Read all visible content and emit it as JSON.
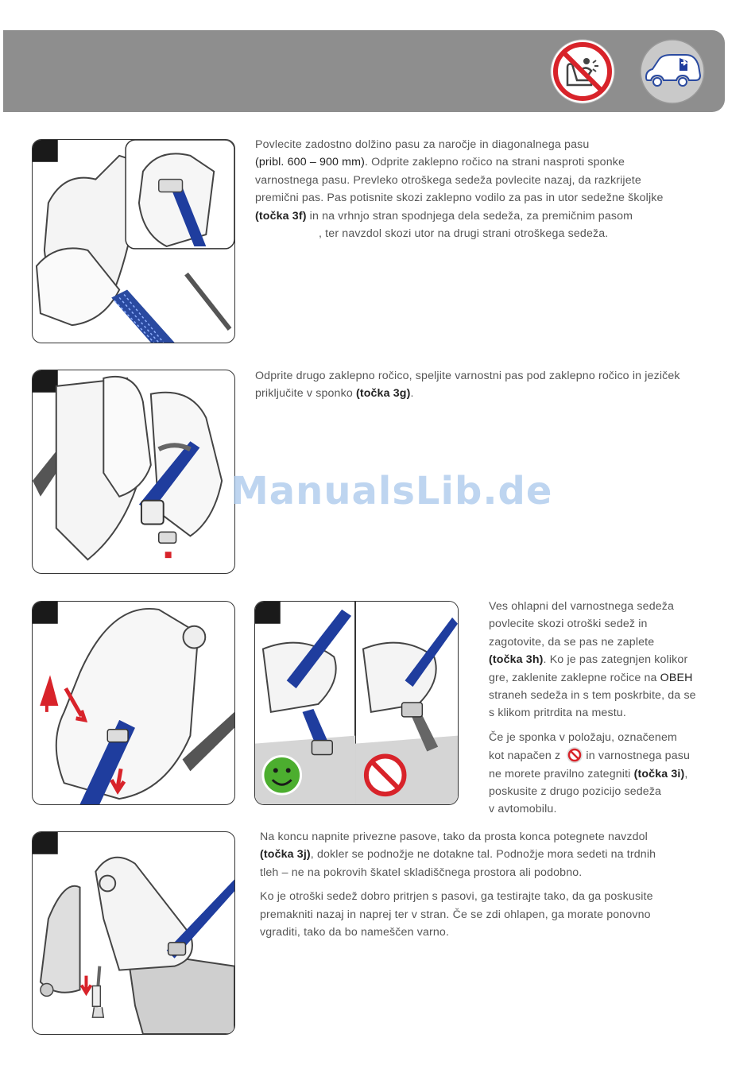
{
  "step1": {
    "l1": "Povlecite zadostno dolžino pasu za naročje in diagonalnega pasu",
    "l2": "(pribl. 600 – 900 mm)",
    "l2b": ". Odprite zaklepno ročico na strani nasproti sponke",
    "l3": "varnostnega pasu. Prevleko otroškega sedeža povlecite nazaj, da razkrijete",
    "l4": "premični pas. Pas potisnite skozi zaklepno vodilo za pas in utor sedežne školjke",
    "l5a": "(točka 3f)",
    "l5b": " in na vrhnjo stran spodnjega dela sedeža, za premičnim pasom",
    "l6": ", ter navzdol skozi utor na drugi strani otroškega sedeža."
  },
  "step2": {
    "l1": "Odprite drugo zaklepno ročico, speljite varnostni pas pod zaklepno ročico in jeziček",
    "l2a": "priključite v sponko ",
    "l2b": "(točka 3g)",
    "l2c": "."
  },
  "step3": {
    "l1": "Ves ohlapni del varnostnega sedeža",
    "l2": "povlecite skozi otroški sedež in",
    "l3": "zagotovite, da se pas ne zaplete",
    "l4a": "(točka 3h)",
    "l4b": ". Ko je pas zategnjen kolikor",
    "l5a": "gre, zaklenite zaklepne ročice na ",
    "l5b": "OBEH",
    "l6": "straneh sedeža in s tem poskrbite, da se",
    "l7": "s klikom pritrdita na mestu.",
    "p2l1": "Če je sponka v položaju, označenem",
    "p2l2a": "kot napačen z",
    "p2l2b": "in varnostnega pasu",
    "p2l3a": "ne morete pravilno zategniti ",
    "p2l3b": "(točka 3i)",
    "p2l3c": ",",
    "p2l4": "poskusite z drugo pozicijo sedeža",
    "p2l5": "v avtomobilu."
  },
  "step4": {
    "l1": "Na koncu napnite privezne pasove, tako da prosta konca potegnete navzdol",
    "l2a": "(točka 3j)",
    "l2b": ", dokler se podnožje ne dotakne tal.  Podnožje mora sedeti na trdnih",
    "l3": "tleh – ne na pokrovih škatel skladiščnega prostora ali podobno.",
    "p2l1": "Ko je otroški sedež dobro pritrjen s pasovi, ga testirajte tako, da ga poskusite",
    "p2l2": "premakniti nazaj in naprej ter v stran. Če se zdi ohlapen, ga morate ponovno",
    "p2l3": "vgraditi, tako da bo nameščen varno."
  },
  "watermark": "ManualsLib.de",
  "colors": {
    "header": "#8e8e8e",
    "belt": "#1f3d9e",
    "prohibit": "#d8232a",
    "ok": "#4cae2f"
  }
}
